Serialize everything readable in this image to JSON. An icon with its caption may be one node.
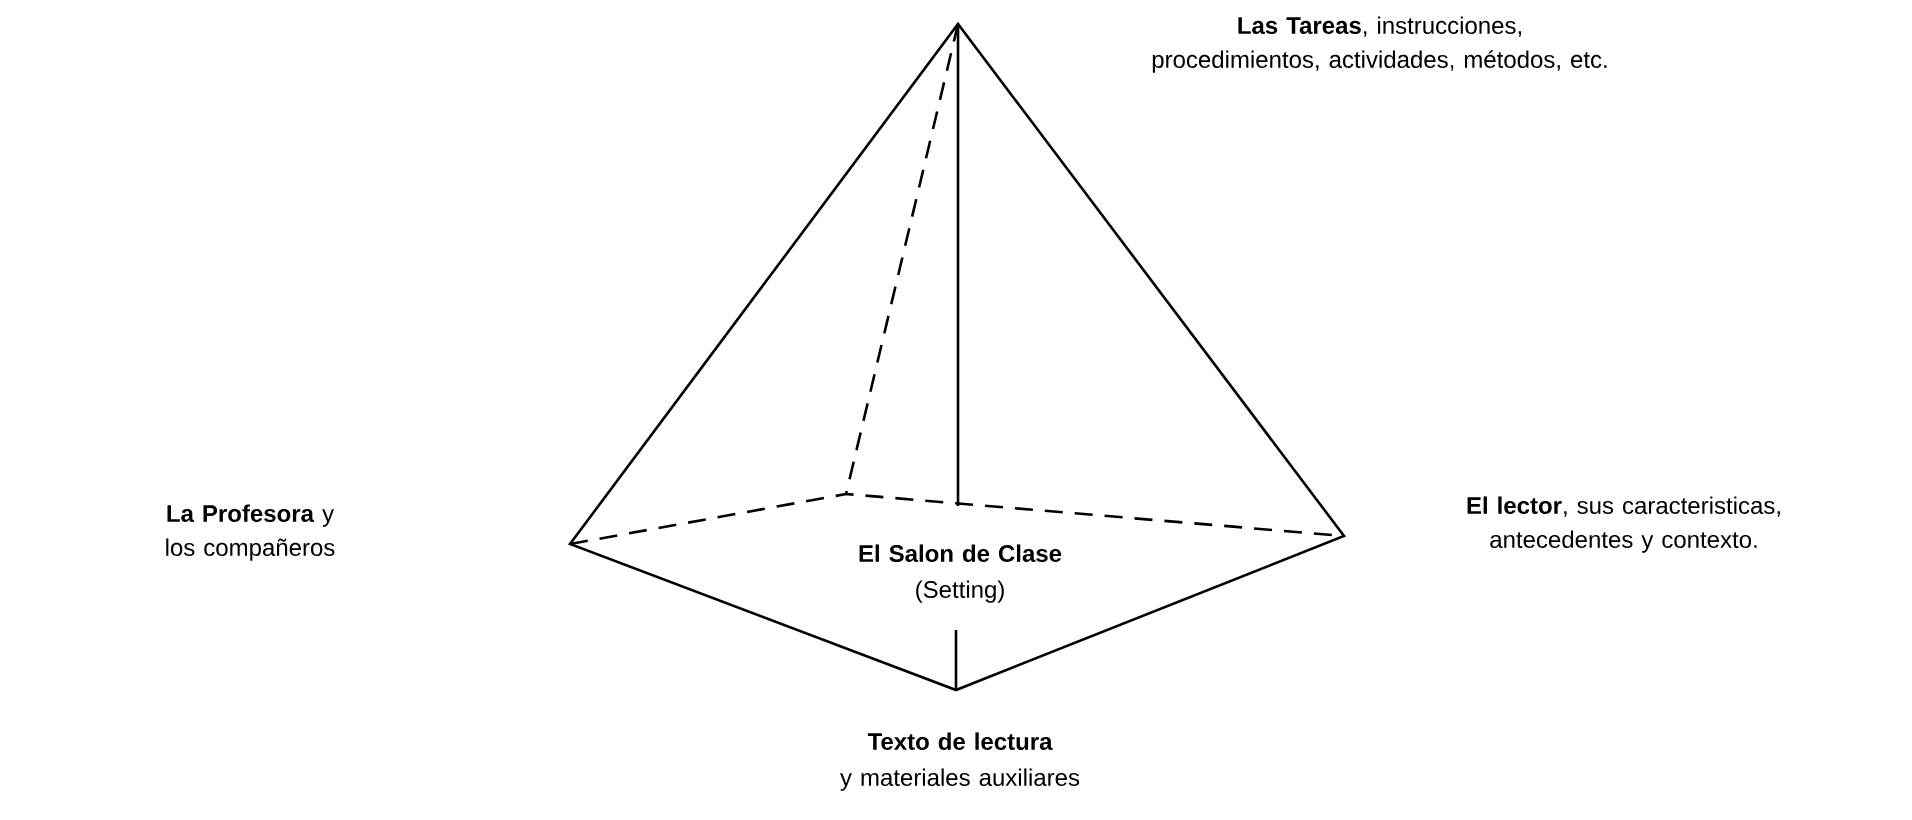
{
  "diagram": {
    "labels": [
      "**Las Tareas**, instrucciones, procedimientos, actividades, métodos, etc.",
      "**La Profesora** y los compañeros",
      "**El lector**, sus caracteristicas, antecedentes y contexto.",
      "El Salon de Clase",
      "(Setting)",
      "Texto de lectura",
      "y materiales auxiliares"
    ]
  }
}
